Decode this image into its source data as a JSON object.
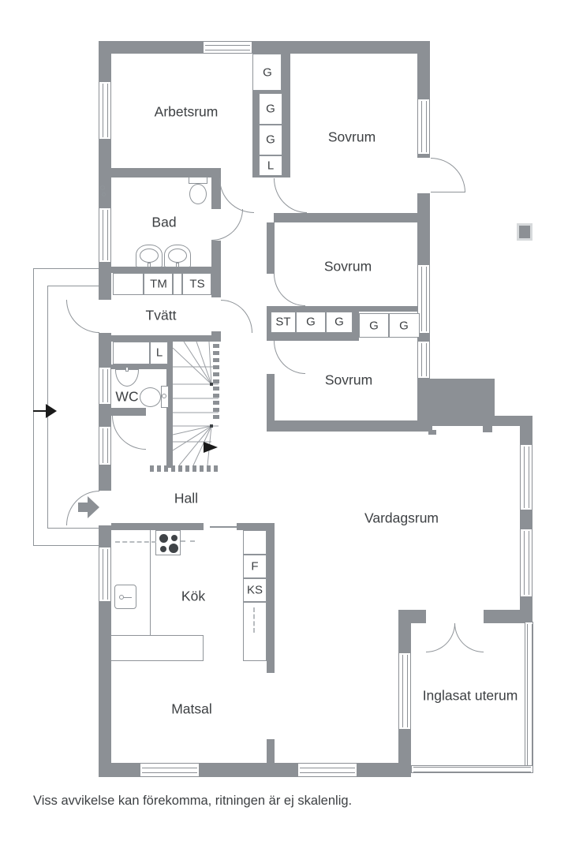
{
  "colors": {
    "wall": "#8c9095",
    "line": "#8f9499",
    "text": "#3d4043",
    "fixture": "#3f4347"
  },
  "rooms": {
    "arbetsrum": "Arbetsrum",
    "sovrum": "Sovrum",
    "bad": "Bad",
    "tvatt": "Tvätt",
    "wc": "WC",
    "hall": "Hall",
    "vardagsrum": "Vardagsrum",
    "kok": "Kök",
    "matsal": "Matsal",
    "uterum": "Inglasat uterum"
  },
  "closets": {
    "g": "G",
    "l": "L",
    "tm": "TM",
    "ts": "TS",
    "st": "ST",
    "f": "F",
    "ks": "KS"
  },
  "footer": {
    "disclaimer": "Viss avvikelse kan förekomma, ritningen är ej skalenlig."
  }
}
